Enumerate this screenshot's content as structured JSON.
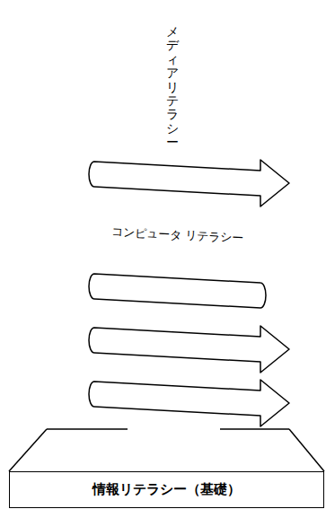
{
  "diagram": {
    "nodes": [
      {
        "text": [
          "メディアリテラシー"
        ]
      },
      {
        "text": [
          "コンピュータ リテラシー"
        ]
      },
      {
        "text": [
          "情報リテラシー（基礎）"
        ]
      }
    ]
  }
}
